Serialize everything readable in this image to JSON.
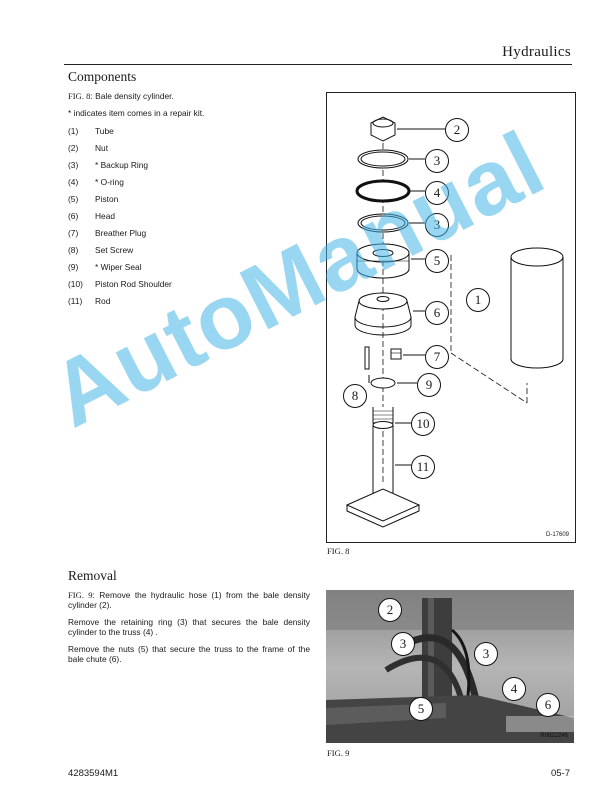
{
  "header": {
    "title": "Hydraulics"
  },
  "components": {
    "title": "Components",
    "fig_ref": "FIG. 8",
    "fig_desc": ":  Bale density cylinder.",
    "note": "* indicates item comes in a repair kit.",
    "parts": [
      {
        "num": "(1)",
        "label": "Tube"
      },
      {
        "num": "(2)",
        "label": "Nut"
      },
      {
        "num": "(3)",
        "label": "* Backup Ring"
      },
      {
        "num": "(4)",
        "label": "* O-ring"
      },
      {
        "num": "(5)",
        "label": "Piston"
      },
      {
        "num": "(6)",
        "label": "Head"
      },
      {
        "num": "(7)",
        "label": "Breather Plug"
      },
      {
        "num": "(8)",
        "label": "Set Screw"
      },
      {
        "num": "(9)",
        "label": "* Wiper Seal"
      },
      {
        "num": "(10)",
        "label": "Piston Rod Shoulder"
      },
      {
        "num": "(11)",
        "label": "Rod"
      }
    ]
  },
  "figure8": {
    "caption": "FIG. 8",
    "code": "D-17609",
    "callouts": [
      "2",
      "3",
      "4",
      "3",
      "5",
      "1",
      "6",
      "7",
      "9",
      "8",
      "10",
      "11"
    ]
  },
  "removal": {
    "title": "Removal",
    "fig_ref": "FIG. 9",
    "step1": ":  Remove the hydraulic hose (1) from the bale density cylinder (2).",
    "step2": "Remove the retaining ring (3) that secures the bale density cylinder to the truss (4) .",
    "step3": "Remove the nuts (5) that secure the truss to the frame of the bale chute (6)."
  },
  "figure9": {
    "caption": "FIG. 9",
    "code": "R0622246",
    "callouts": [
      "2",
      "3",
      "3",
      "4",
      "6",
      "5"
    ]
  },
  "footer": {
    "doc_number": "4283594M1",
    "page": "05-7"
  },
  "watermark": {
    "text": "AutoManual",
    "color": "#46b4e6"
  }
}
